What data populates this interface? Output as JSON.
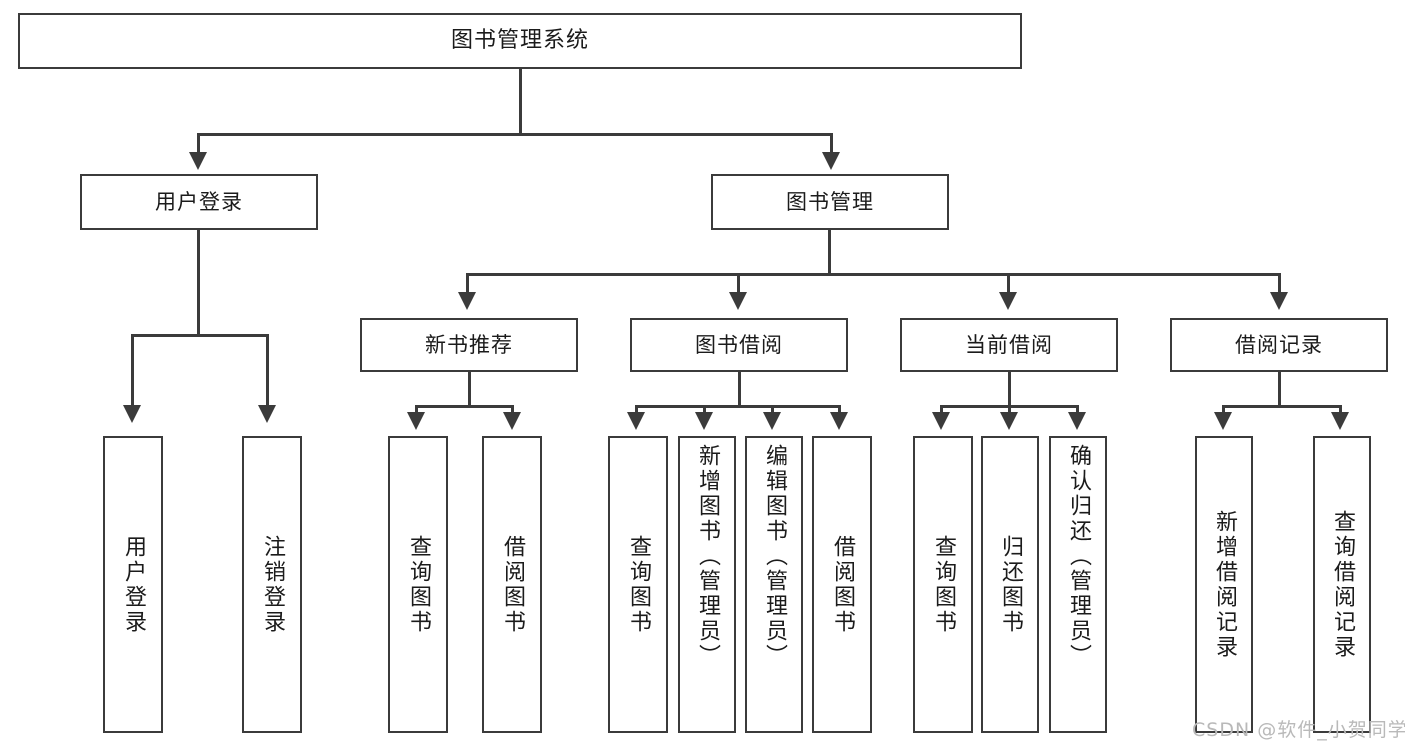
{
  "diagram": {
    "title": "图书管理系统",
    "type": "功能结构图",
    "root": {
      "label": "图书管理系统"
    },
    "level2": [
      {
        "id": "user-login",
        "label": "用户登录"
      },
      {
        "id": "book-manage",
        "label": "图书管理"
      }
    ],
    "level3": [
      {
        "id": "new-book-recommend",
        "label": "新书推荐"
      },
      {
        "id": "book-borrow",
        "label": "图书借阅"
      },
      {
        "id": "current-borrow",
        "label": "当前借阅"
      },
      {
        "id": "borrow-record",
        "label": "借阅记录"
      }
    ],
    "leaves": {
      "user_login": [
        {
          "id": "leaf-user-login",
          "label": "用户登录"
        },
        {
          "id": "leaf-logout",
          "label": "注销登录"
        }
      ],
      "new_book_recommend": [
        {
          "id": "leaf-query-book-1",
          "label": "查询图书"
        },
        {
          "id": "leaf-borrow-book-1",
          "label": "借阅图书"
        }
      ],
      "book_borrow": [
        {
          "id": "leaf-query-book-2",
          "label": "查询图书"
        },
        {
          "id": "leaf-add-book",
          "label": "新增图书（管理员）"
        },
        {
          "id": "leaf-edit-book",
          "label": "编辑图书（管理员）"
        },
        {
          "id": "leaf-borrow-book-2",
          "label": "借阅图书"
        }
      ],
      "current_borrow": [
        {
          "id": "leaf-query-book-3",
          "label": "查询图书"
        },
        {
          "id": "leaf-return-book",
          "label": "归还图书"
        },
        {
          "id": "leaf-confirm-return",
          "label": "确认归还（管理员）"
        }
      ],
      "borrow_record": [
        {
          "id": "leaf-add-record",
          "label": "新增借阅记录"
        },
        {
          "id": "leaf-query-record",
          "label": "查询借阅记录"
        }
      ]
    },
    "watermark": "CSDN @软件_小贺同学",
    "colors": {
      "stroke": "#3b3b3b",
      "fill": "#ffffff",
      "text": "#1b1b1b",
      "watermark": "#b9b9b9",
      "background": "#ffffff"
    }
  }
}
